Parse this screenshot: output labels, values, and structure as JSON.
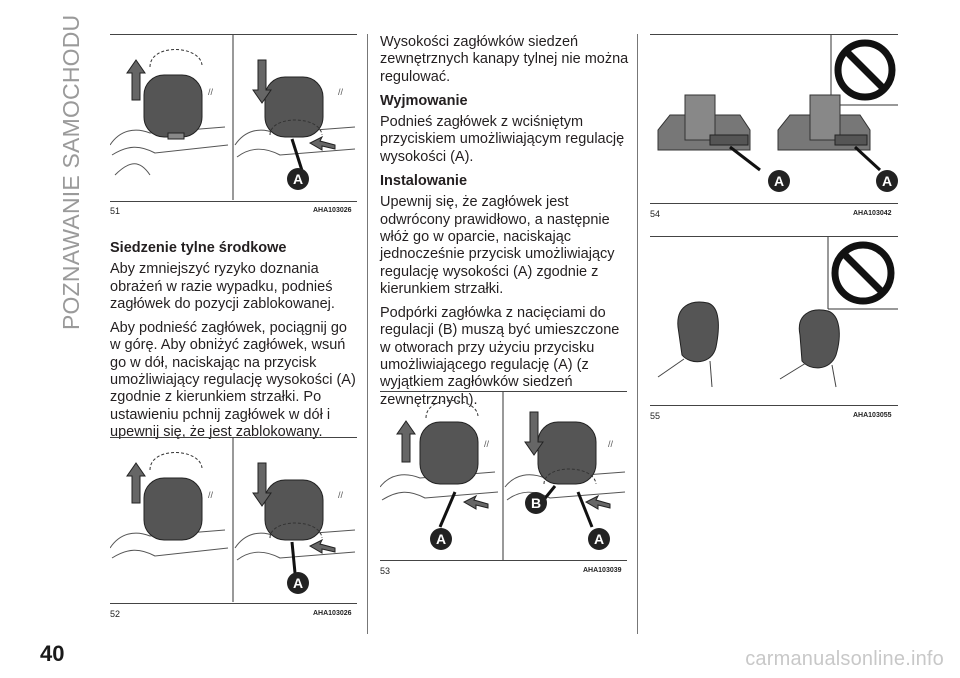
{
  "sidebar_title": "POZNAWANIE SAMOCHODU",
  "page_number": "40",
  "watermark": "carmanualsonline.info",
  "figures": {
    "f51": {
      "number": "51",
      "code": "AHA103026",
      "labels": [
        "A"
      ]
    },
    "f52": {
      "number": "52",
      "code": "AHA103026",
      "labels": [
        "A"
      ]
    },
    "f53": {
      "number": "53",
      "code": "AHA103039",
      "labels": [
        "A",
        "B",
        "A"
      ]
    },
    "f54": {
      "number": "54",
      "code": "AHA103042",
      "labels": [
        "A",
        "A"
      ]
    },
    "f55": {
      "number": "55",
      "code": "AHA103055",
      "labels": []
    }
  },
  "col1": {
    "heading": "Siedzenie tylne środkowe",
    "p1": "Aby zmniejszyć ryzyko doznania obrażeń w razie wypadku, podnieś zagłówek do pozycji zablokowanej.",
    "p2": "Aby podnieść zagłówek, pociągnij go w górę. Aby obniżyć zagłówek, wsuń go w dół, naciskając na przycisk umożliwiający regulację wysokości (A) zgodnie z kierunkiem strzałki. Po ustawieniu pchnij zagłówek w dół i upewnij się, że jest zablokowany."
  },
  "col2": {
    "intro": "Wysokości zagłówków siedzeń zewnętrznych kanapy tylnej nie można regulować.",
    "h1": "Wyjmowanie",
    "p1": "Podnieś zagłówek z wciśniętym przyciskiem umożliwiającym regulację wysokości (A).",
    "h2": "Instalowanie",
    "p2": "Upewnij się, że zagłówek jest odwrócony prawidłowo, a następnie włóż go w oparcie, naciskając jednocześnie przycisk umożliwiający regulację wysokości (A) zgodnie z kierunkiem strzałki.",
    "p3": "Podpórki zagłówka z nacięciami do regulacji (B) muszą być umieszczone w otworach przy użyciu przycisku umożliwiającego regulację (A) (z wyjątkiem zagłówków siedzeń zewnętrznych)."
  }
}
